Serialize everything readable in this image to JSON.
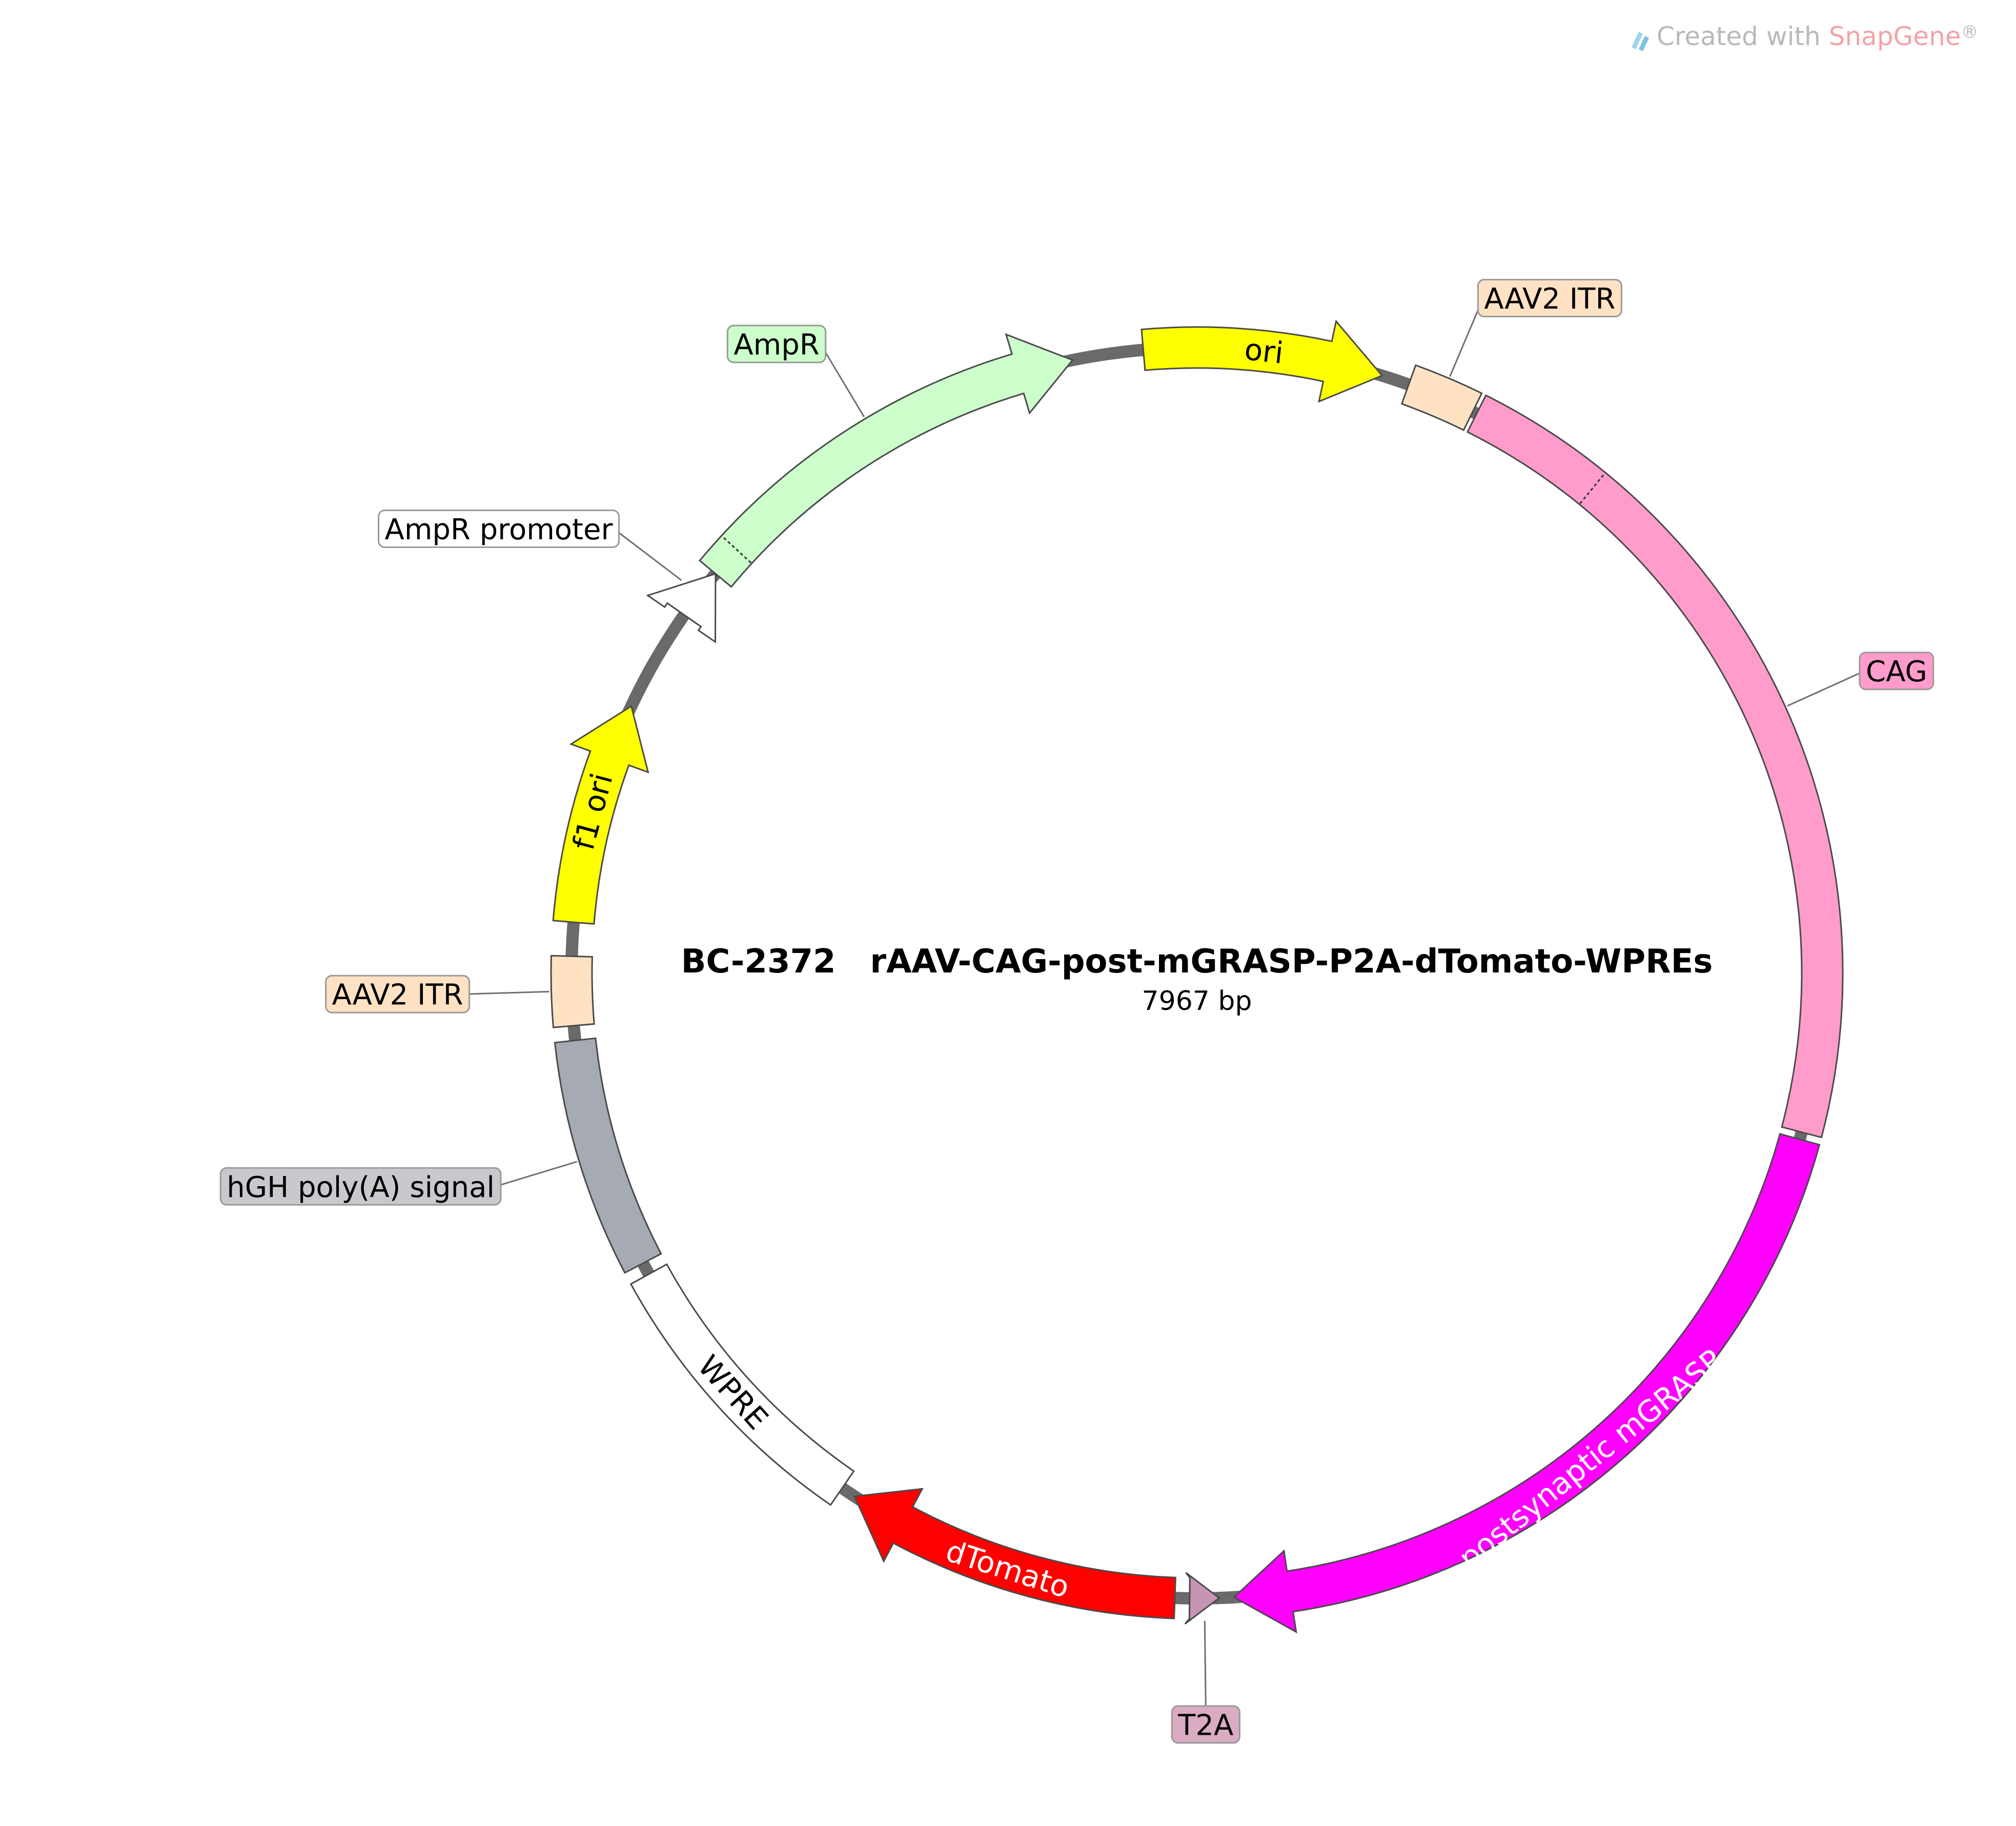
{
  "credit": {
    "prefix": "Created with ",
    "brand": "SnapGene",
    "suffix": "®",
    "brand_color": "#f2a3a8",
    "icon": "snapgene-logo-icon"
  },
  "plasmid": {
    "name": "BC-2372   rAAV-CAG-post-mGRASP-P2A-dTomato-WPREs",
    "size_label": "7967 bp",
    "total_bp": 7967
  },
  "backbone_color": "#6a6a6a",
  "features": [
    {
      "key": "itr-top",
      "label": "AAV2 ITR",
      "start": 0,
      "end": 141,
      "dir": 0,
      "fill": "#ffe2c4",
      "label_side": "callout"
    },
    {
      "key": "cag",
      "label": "CAG",
      "start": 150,
      "end": 1880,
      "dir": 0,
      "fill": "#ff9ccb",
      "label_side": "callout",
      "ticks": [
        430
      ]
    },
    {
      "key": "postsyn",
      "label": "postsynaptic mGRASP",
      "start": 1895,
      "end": 3470,
      "dir": 1,
      "fill": "#ff00ff",
      "text_color": "#ffffff",
      "label_side": "arc"
    },
    {
      "key": "t2a",
      "label": "T2A",
      "start": 3500,
      "end": 3560,
      "dir": -1,
      "fill": "#c795b4",
      "label_side": "callout"
    },
    {
      "key": "dtomato",
      "label": "dTomato",
      "start": 3590,
      "end": 4280,
      "dir": 1,
      "fill": "#ff0000",
      "text_color": "#ffffff",
      "label_side": "arc"
    },
    {
      "key": "wpre",
      "label": "WPRE",
      "start": 4310,
      "end": 4900,
      "dir": 0,
      "fill": "#ffffff",
      "text_color": "#000000",
      "label_side": "arc"
    },
    {
      "key": "hgh",
      "label": "hGH poly(A) signal",
      "start": 4925,
      "end": 5400,
      "dir": 0,
      "fill": "#a5aab3",
      "label_side": "callout"
    },
    {
      "key": "itr-bottom",
      "label": "AAV2 ITR",
      "start": 5430,
      "end": 5571,
      "dir": 0,
      "fill": "#ffe2c4",
      "label_side": "callout"
    },
    {
      "key": "f1ori",
      "label": "f1 ori",
      "start": 5640,
      "end": 6096,
      "dir": 1,
      "fill": "#ffff00",
      "text_color": "#000000",
      "label_side": "arc"
    },
    {
      "key": "amprpro",
      "label": "AmpR promoter",
      "start": 6310,
      "end": 6415,
      "dir": 1,
      "fill": "#ffffff",
      "label_side": "callout"
    },
    {
      "key": "ampr",
      "label": "AmpR",
      "start": 6415,
      "end": 7275,
      "dir": 1,
      "fill": "#ccffcc",
      "label_side": "callout",
      "ticks": [
        6480
      ]
    },
    {
      "key": "ori",
      "label": "ori",
      "start": 7420,
      "end": 7910,
      "dir": 1,
      "fill": "#ffff00",
      "text_color": "#000000",
      "label_side": "arc"
    }
  ],
  "callouts": [
    {
      "key": "itr-top",
      "label": "AAV2 ITR",
      "bg": "#ffe2c4",
      "anchor": "itr-top"
    },
    {
      "key": "cag",
      "label": "CAG",
      "bg": "#ff9ccb",
      "anchor": "cag"
    },
    {
      "key": "t2a",
      "label": "T2A",
      "bg": "#d9acc4",
      "anchor": "t2a"
    },
    {
      "key": "hgh",
      "label": "hGH poly(A) signal",
      "bg": "#c7c9cc",
      "anchor": "hgh"
    },
    {
      "key": "itr-bottom",
      "label": "AAV2 ITR",
      "bg": "#ffe2c4",
      "anchor": "itr-bottom"
    },
    {
      "key": "amprpro",
      "label": "AmpR promoter",
      "bg": "#ffffff",
      "anchor": "amprpro"
    },
    {
      "key": "ampr",
      "label": "AmpR",
      "bg": "#ccffcc",
      "anchor": "ampr"
    }
  ]
}
